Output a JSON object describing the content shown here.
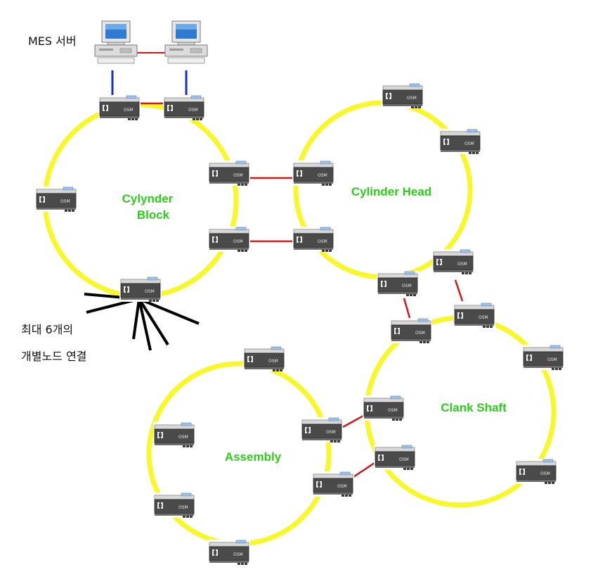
{
  "server_label": "MES 서버",
  "fanout_label_line1": "최대 6개의",
  "fanout_label_line2": "개별노드 연결",
  "node_text": "OSM",
  "rings": [
    {
      "id": "cylinder-block",
      "label_lines": [
        "Cylynder",
        "Block"
      ]
    },
    {
      "id": "cylinder-head",
      "label_lines": [
        "Cylinder Head"
      ]
    },
    {
      "id": "assembly",
      "label_lines": [
        "Assembly"
      ]
    },
    {
      "id": "clank-shaft",
      "label_lines": [
        "Clank Shaft"
      ]
    }
  ],
  "colors": {
    "ring": "#f7f72a",
    "redundant_link": "#d01818",
    "server_link": "#1a2fc4",
    "fanout_line": "#000000",
    "label": "#2ecc1a"
  },
  "icons": {
    "server": "workstation-computer-icon",
    "node": "osm-switch-icon"
  }
}
